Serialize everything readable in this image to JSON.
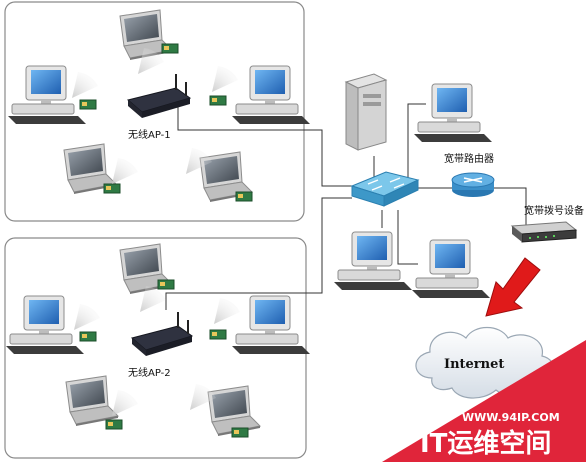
{
  "labels": {
    "ap1": "无线AP-1",
    "ap2": "无线AP-2",
    "router": "宽带路由器",
    "dialer": "宽带拨号设备",
    "internet": "Internet"
  },
  "watermark": {
    "url": "WWW.94IP.COM",
    "brand": "IT运维空间"
  },
  "colors": {
    "zone_border": "#8a8a8a",
    "switch": "#4aa9d8",
    "router": "#3b8fc9",
    "arrow": "#e01a1a",
    "watermark_band": "#e0253a"
  }
}
